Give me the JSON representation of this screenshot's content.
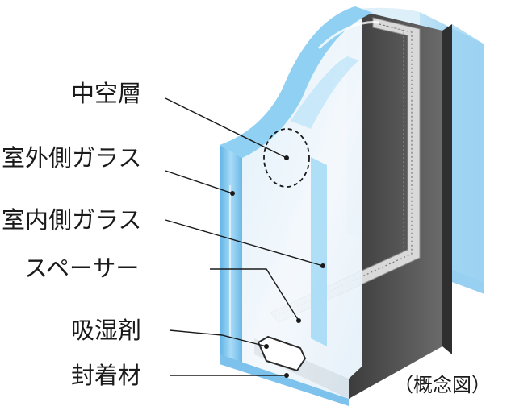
{
  "labels": {
    "hollow_layer": "中空層",
    "outdoor_glass": "室外側ガラス",
    "indoor_glass": "室内側ガラス",
    "spacer": "スペーサー",
    "desiccant": "吸湿剤",
    "sealant": "封着材"
  },
  "caption": "（概念図）",
  "colors": {
    "glass_edge": "#7ec3ec",
    "glass_face": "#e9f4fb",
    "frame_dark": "#4a4a4a",
    "spacer_gray": "#9a9a9a",
    "text": "#1a1a1a"
  }
}
